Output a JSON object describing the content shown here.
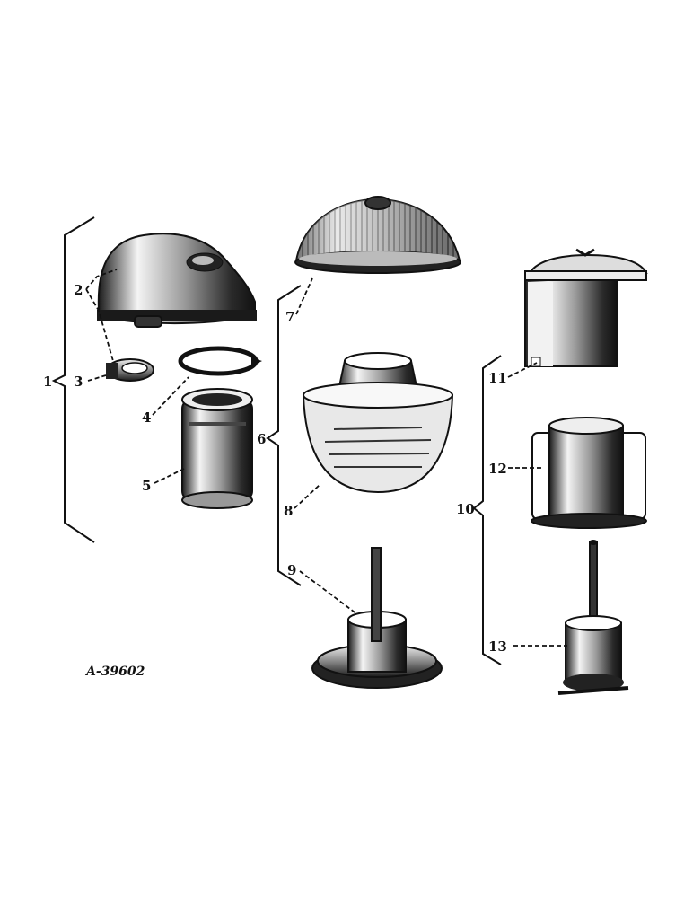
{
  "drawing_code": "A-39602",
  "callouts": {
    "c1": "1",
    "c2": "2",
    "c3": "3",
    "c4": "4",
    "c5": "5",
    "c6": "6",
    "c7": "7",
    "c8": "8",
    "c9": "9",
    "c10": "10",
    "c11": "11",
    "c12": "12",
    "c13": "13"
  },
  "colors": {
    "ink": "#111111",
    "paper": "#ffffff"
  }
}
